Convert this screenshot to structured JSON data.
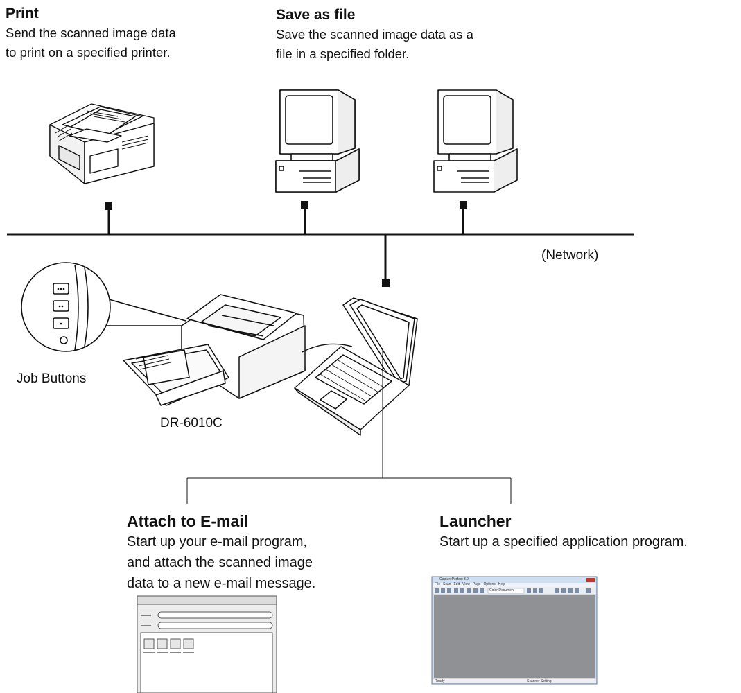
{
  "functions": {
    "print": {
      "title": "Print",
      "description": "Send the scanned image data\nto print on a specified printer."
    },
    "save_as_file": {
      "title": "Save as file",
      "description": "Save the scanned image data as a\nfile in a specified folder."
    },
    "attach_to_email": {
      "title": "Attach to E-mail",
      "description": "Start up your e-mail program,\nand attach the scanned image\ndata to a new e-mail message."
    },
    "launcher": {
      "title": "Launcher",
      "description": "Start up a specified application program."
    }
  },
  "labels": {
    "network": "(Network)",
    "job_buttons": "Job Buttons",
    "scanner_model": "DR-6010C"
  },
  "launcher_window": {
    "app_title": "CapturePerfect 3.0",
    "menu": [
      "File",
      "Scan",
      "Edit",
      "View",
      "Page",
      "Options",
      "Help"
    ],
    "mode_select": "Color Document",
    "status_left": "Ready",
    "status_right": "Scanner Setting"
  }
}
